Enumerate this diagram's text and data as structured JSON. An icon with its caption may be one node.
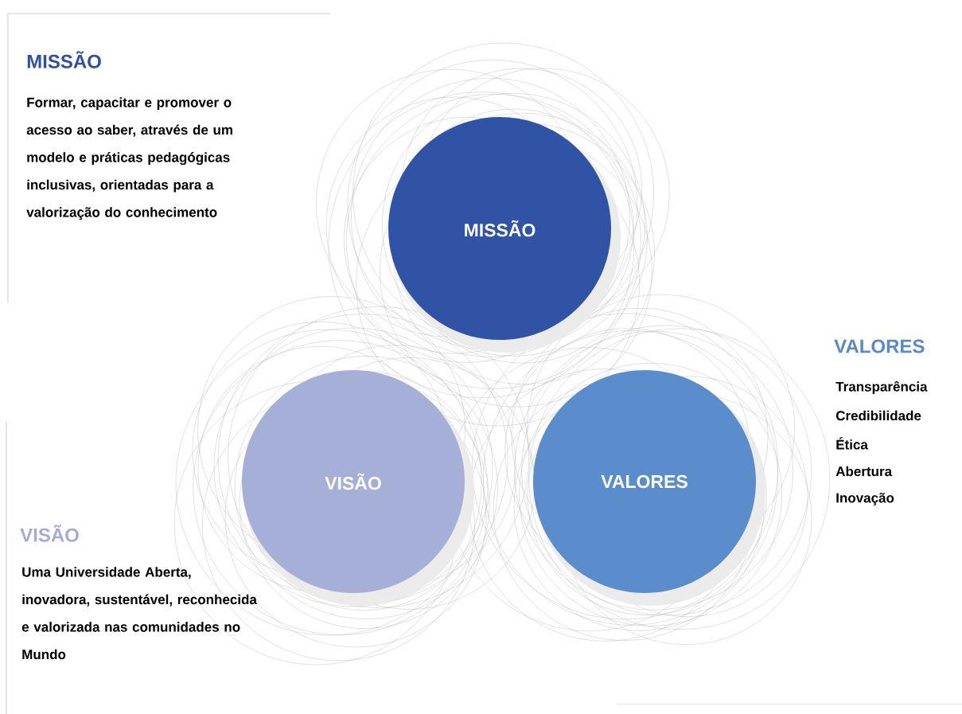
{
  "diagram": {
    "nodes": [
      {
        "text": [
          "MISSÃO"
        ]
      },
      {
        "text": [
          "VISÃO"
        ]
      },
      {
        "text": [
          "VALORES"
        ]
      }
    ],
    "labels": [
      "MISSÃO",
      "Formar, capacitar e promover o acesso ao saber, através de um modelo e práticas pedagógicas inclusivas, orientadas para a valorização do conhecimento",
      "VALORES",
      "Transparência",
      "Credibilidade",
      "Ética",
      "Abertura",
      "Inovação",
      "VISÃO",
      "Uma Universidade Aberta, inovadora, sustentável, reconhecida e valorizada nas comunidades no Mundo"
    ]
  }
}
